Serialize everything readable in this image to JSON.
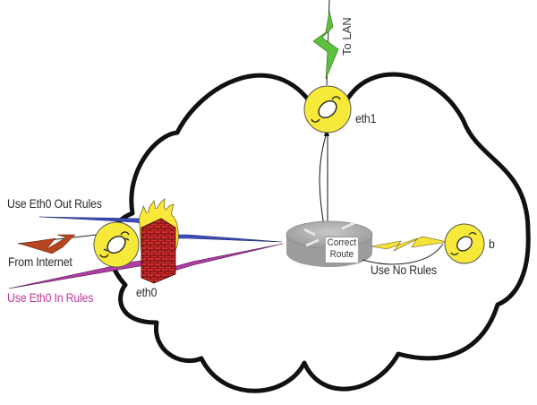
{
  "diagram": {
    "type": "network-topology",
    "nodes": [
      {
        "id": "eth0",
        "label": "eth0",
        "kind": "interface-with-firewall"
      },
      {
        "id": "eth1",
        "label": "eth1",
        "kind": "interface"
      },
      {
        "id": "b",
        "label": "b",
        "kind": "interface"
      },
      {
        "id": "router",
        "label": "Correct Route",
        "label_lines": [
          "Correct",
          "Route"
        ],
        "kind": "router"
      }
    ],
    "links": [
      {
        "from": "internet",
        "to": "eth0",
        "label": "From Internet",
        "color": "#b5461f"
      },
      {
        "from": "eth0",
        "to": "router",
        "label": "Use Eth0 Out Rules",
        "color": "#3d4fbf"
      },
      {
        "from": "eth0",
        "to": "router",
        "label": "Use Eth0 In Rules",
        "color": "#b23ba6"
      },
      {
        "from": "router",
        "to": "b",
        "label": "Use No Rules",
        "color": "#f4e23a"
      },
      {
        "from": "router",
        "to": "eth1",
        "label": "",
        "color": "#000000"
      },
      {
        "from": "eth1",
        "to": "lan",
        "label": "To LAN",
        "color": "#5cc13d"
      }
    ]
  },
  "labels": {
    "eth0_out": "Use Eth0 Out Rules",
    "from_internet": "From Internet",
    "eth0_in": "Use Eth0 In Rules",
    "eth0": "eth0",
    "eth1": "eth1",
    "b": "b",
    "to_lan": "To LAN",
    "use_no_rules": "Use No Rules",
    "route_line1": "Correct",
    "route_line2": "Route"
  },
  "colors": {
    "interface_fill": "#f7e93a",
    "firewall_brick": "#d52a2a",
    "flame": "#f9e73c",
    "router": "#a9a9a9",
    "out_rules": "#3d4fbf",
    "in_rules": "#b23ba6",
    "internet": "#b5461f",
    "lan": "#5cc13d",
    "no_rules": "#f4e23a"
  }
}
